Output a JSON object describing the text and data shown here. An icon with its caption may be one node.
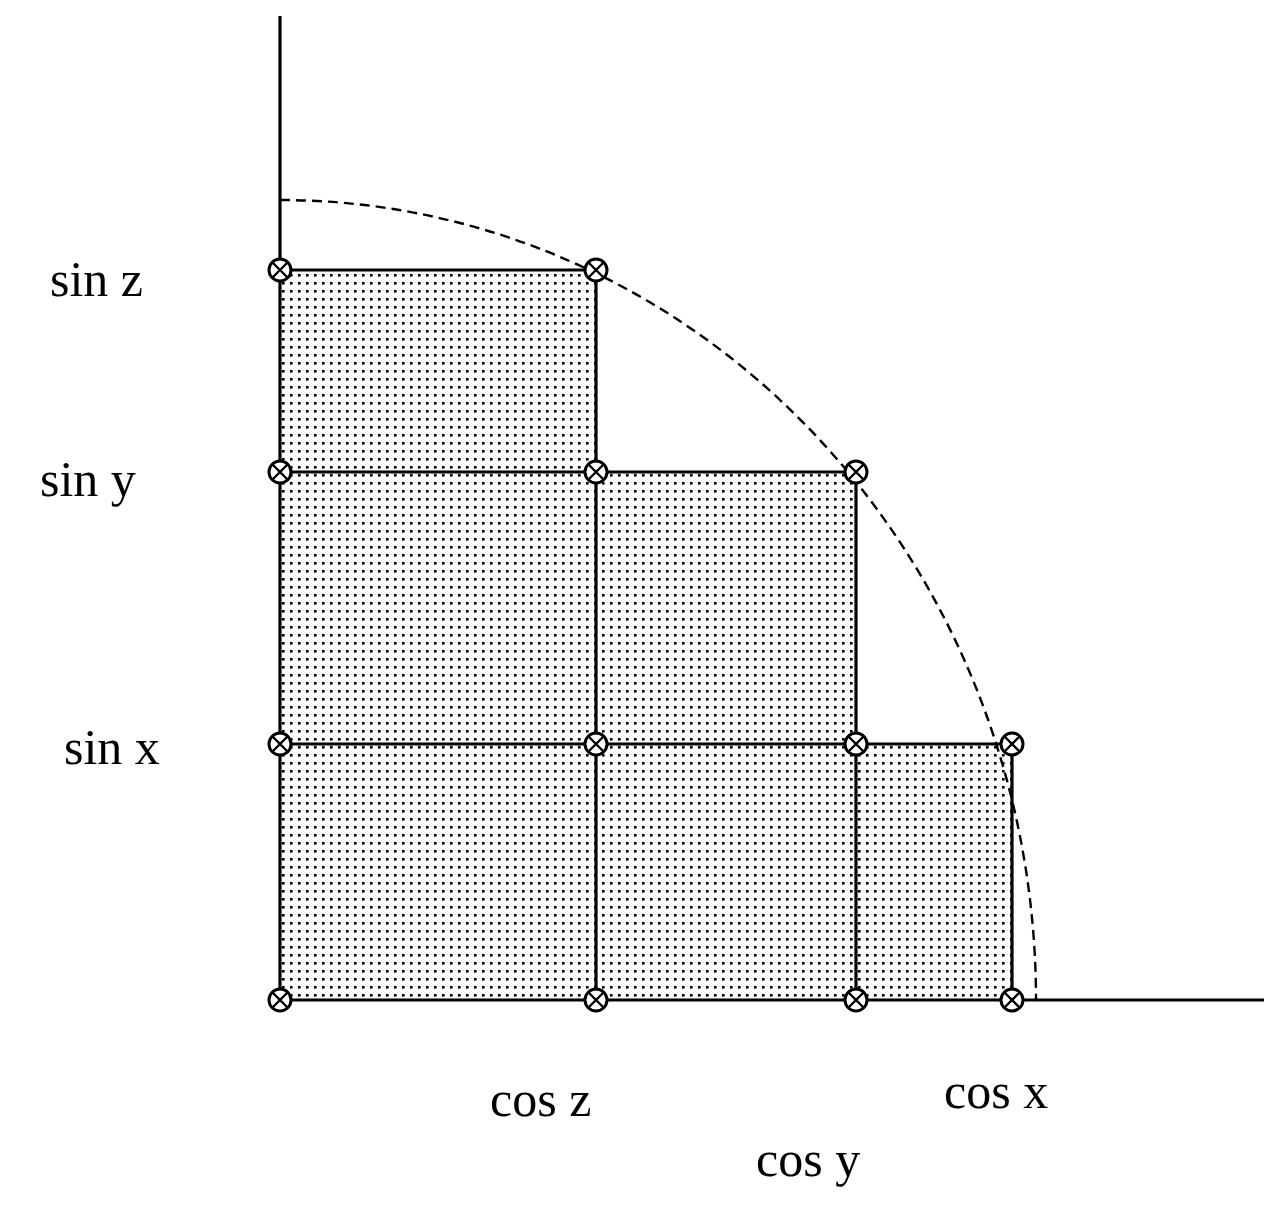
{
  "diagram": {
    "labels": [
      "sin z",
      "sin y",
      "sin x",
      "cos z",
      "cos y",
      "cos x"
    ]
  }
}
